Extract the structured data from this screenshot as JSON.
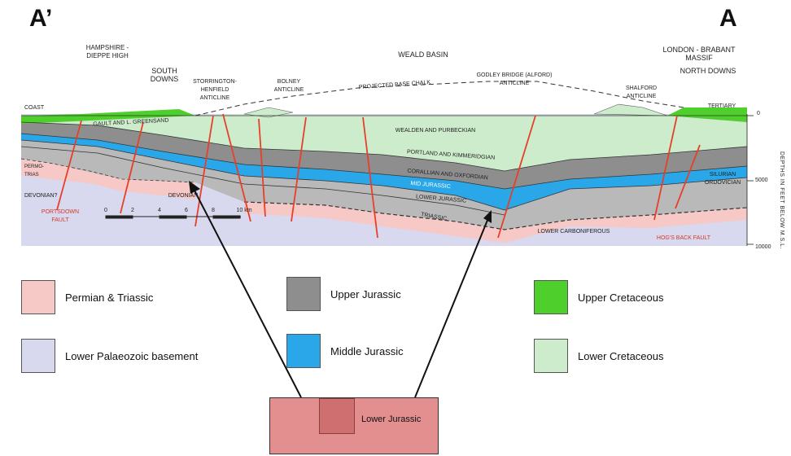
{
  "corners": {
    "left": "A’",
    "right": "A"
  },
  "top_labels": {
    "hampshire": "HAMPSHIRE - DIEPPE HIGH",
    "south_downs": "SOUTH DOWNS",
    "weald_basin": "WEALD BASIN",
    "london_brabant": "LONDON - BRABANT MASSIF",
    "north_downs": "NORTH DOWNS",
    "storrington": "STORRINGTON-HENFIELD ANTICLINE",
    "bolney": "BOLNEY ANTICLINE",
    "projected": "PROJECTED BASE CHALK",
    "godley": "GODLEY BRIDGE (ALFORD) ANTICLINE",
    "shalford": "SHALFORD ANTICLINE",
    "coast": "COAST",
    "tertiary": "TERTIARY"
  },
  "section_labels": {
    "gault": "GAULT AND L. GREENSAND",
    "wealden": "WEALDEN AND PURBECKIAN",
    "portland": "PORTLAND AND KIMMERIDGIAN",
    "corallian": "CORALLIAN AND OXFORDIAN",
    "mid_jurassic": "MID JURASSIC",
    "lower_jurassic": "LOWER JURASSIC",
    "triassic": "TRIASSIC",
    "permo_trias": "PERMO-TRIAS",
    "devonian_left": "DEVONIAN?",
    "devonian_center": "DEVONIAN",
    "lower_carboniferous": "LOWER CARBONIFEROUS",
    "silurian": "SILURIAN ORDOVICIAN",
    "portsdown": "PORTSDOWN FAULT",
    "hogs_back": "HOG'S BACK FAULT"
  },
  "scale_bar": {
    "ticks": [
      "0",
      "2",
      "4",
      "6",
      "8",
      "10 km"
    ]
  },
  "depth_axis": {
    "title": "DEPTHS IN FEET BELOW M.S.L.",
    "ticks": [
      "0",
      "5000",
      "10000"
    ]
  },
  "legend": [
    {
      "id": "permian-triassic",
      "label": "Permian & Triassic",
      "color": "#f6c9c7"
    },
    {
      "id": "lower-palaeozoic",
      "label": "Lower Palaeozoic basement",
      "color": "#d8d8ee"
    },
    {
      "id": "upper-jurassic",
      "label": "Upper Jurassic",
      "color": "#8e8e8e"
    },
    {
      "id": "middle-jurassic",
      "label": "Middle Jurassic",
      "color": "#2aa7e8"
    },
    {
      "id": "upper-cretaceous",
      "label": "Upper Cretaceous",
      "color": "#4fcf2c"
    },
    {
      "id": "lower-cretaceous",
      "label": "Lower Cretaceous",
      "color": "#cdeccc"
    }
  ],
  "callout": {
    "label": "Lower Jurassic",
    "color": "#e48f8f"
  },
  "colors": {
    "fault": "#e5402a",
    "arrow": "#111111",
    "lower_jurassic_section": "#b9b9b9"
  }
}
